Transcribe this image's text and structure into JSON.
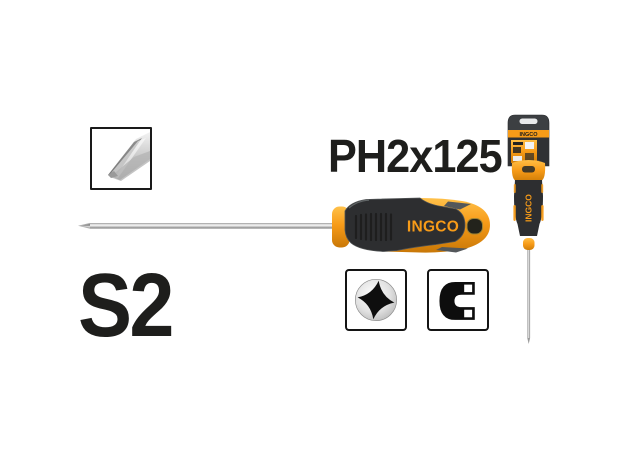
{
  "background_color": "#ffffff",
  "brand": {
    "name": "INGCO",
    "orange": "#F79B18"
  },
  "labels": {
    "size": "PH2x125",
    "steel_grade": "S2"
  },
  "colors": {
    "handle_black": "#2D2E30",
    "shaft_gray": "#ACACAC",
    "label_text": "#1E1E1C",
    "card_gray": "#3C3F42"
  },
  "icons": {
    "bit_closeup": "phillips-bit-closeup",
    "phillips_head": "phillips-head-icon",
    "magnet": "magnet-icon"
  }
}
